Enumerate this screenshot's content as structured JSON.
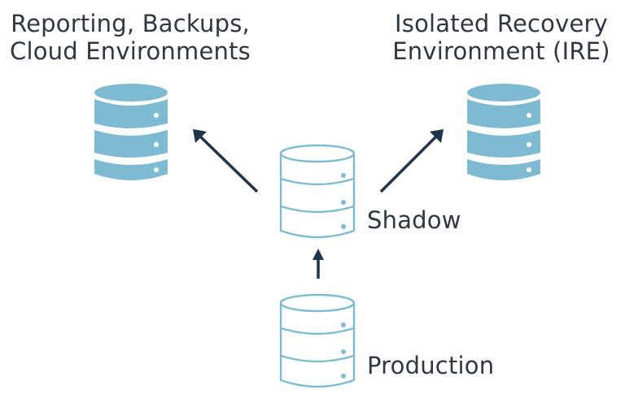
{
  "nodes": {
    "reporting": {
      "line1": "Reporting, Backups,",
      "line2": "Cloud Environments"
    },
    "ire": {
      "line1": "Isolated Recovery",
      "line2": "Environment (IRE)"
    },
    "shadow": {
      "label": "Shadow"
    },
    "production": {
      "label": "Production"
    }
  },
  "colors": {
    "filled_db": "#7ebbd2",
    "outline_db": "#7ebbd2",
    "arrow": "#1f3448",
    "text": "#2f3742"
  },
  "edges": [
    {
      "from": "production",
      "to": "shadow"
    },
    {
      "from": "shadow",
      "to": "reporting"
    },
    {
      "from": "shadow",
      "to": "ire"
    }
  ]
}
